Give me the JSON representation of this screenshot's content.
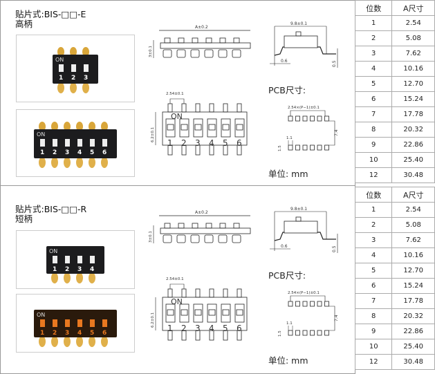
{
  "sections": [
    {
      "title": "贴片式:BIS-□□-E",
      "subtitle": "高柄",
      "pcb_label": "PCB尺寸:",
      "unit_label": "单位: mm",
      "photo_style": "high"
    },
    {
      "title": "贴片式:BIS-□□-R",
      "subtitle": "短柄",
      "pcb_label": "PCB尺寸:",
      "unit_label": "单位: mm",
      "photo_style": "short"
    }
  ],
  "dims": {
    "a": "A±0.2",
    "height": "3±0.1",
    "width": "9.8±0.1",
    "lead": "0.6",
    "standoff": "0.5",
    "pitch": "2.54±0.1",
    "body": "6.2±0.1",
    "pcb_pitch": "2.54×(P−1)±0.1",
    "pad_w": "1.1",
    "pad_h": "1.5",
    "pcb_span": "7.4",
    "on": "ON",
    "numbers": [
      "1",
      "2",
      "3",
      "4",
      "5",
      "6"
    ]
  },
  "photos": {
    "top_small": {
      "on": "ON",
      "numbers": [
        "1",
        "2",
        "3"
      ]
    },
    "top_large": {
      "on": "ON",
      "numbers": [
        "1",
        "2",
        "3",
        "4",
        "5",
        "6"
      ]
    },
    "bottom_small": {
      "on": "ON",
      "numbers": [
        "1",
        "2",
        "3",
        "4"
      ]
    },
    "bottom_large": {
      "on": "ON",
      "numbers": [
        "1",
        "2",
        "3",
        "4",
        "5",
        "6"
      ]
    }
  },
  "table": {
    "headers": [
      "位数",
      "A尺寸"
    ],
    "rows": [
      [
        "1",
        "2.54"
      ],
      [
        "2",
        "5.08"
      ],
      [
        "3",
        "7.62"
      ],
      [
        "4",
        "10.16"
      ],
      [
        "5",
        "12.70"
      ],
      [
        "6",
        "15.24"
      ],
      [
        "7",
        "17.78"
      ],
      [
        "8",
        "20.32"
      ],
      [
        "9",
        "22.86"
      ],
      [
        "10",
        "25.40"
      ],
      [
        "12",
        "30.48"
      ]
    ]
  }
}
